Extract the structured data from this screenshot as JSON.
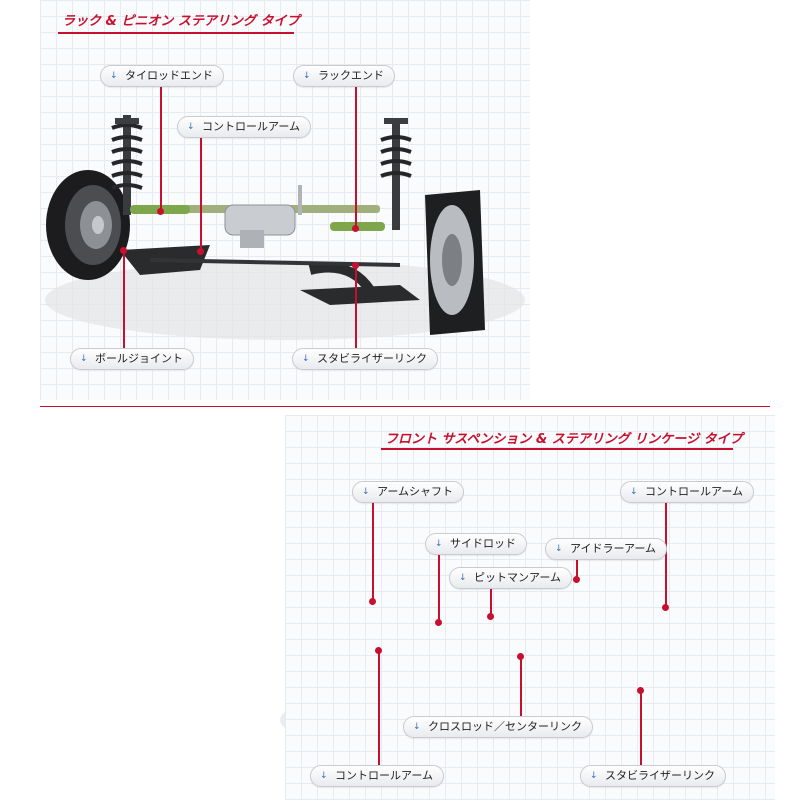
{
  "colors": {
    "accent": "#c8102e",
    "grid_background": "#fafbfc",
    "grid_line": "#e6ebf1",
    "component_green": "#7ea64a",
    "component_dark": "#2a2b2d"
  },
  "rack_pinion": {
    "title": "ラック & ピニオン ステアリング タイプ",
    "labels": {
      "tie_rod_end": "タイロッドエンド",
      "rack_end": "ラックエンド",
      "control_arm": "コントロールアーム",
      "ball_joint": "ボールジョイント",
      "stabilizer_link": "スタビライザーリンク"
    }
  },
  "front_suspension": {
    "title": "フロント サスペンション & ステアリング リンケージ タイプ",
    "labels": {
      "arm_shaft": "アームシャフト",
      "control_arm_top": "コントロールアーム",
      "side_rod": "サイドロッド",
      "idler_arm": "アイドラーアーム",
      "pitman_arm": "ピットマンアーム",
      "cross_rod": "クロスロッド／センターリンク",
      "control_arm_bottom": "コントロールアーム",
      "stabilizer_link": "スタビライザーリンク"
    }
  },
  "icons": {
    "callout_arrow": "↓"
  }
}
